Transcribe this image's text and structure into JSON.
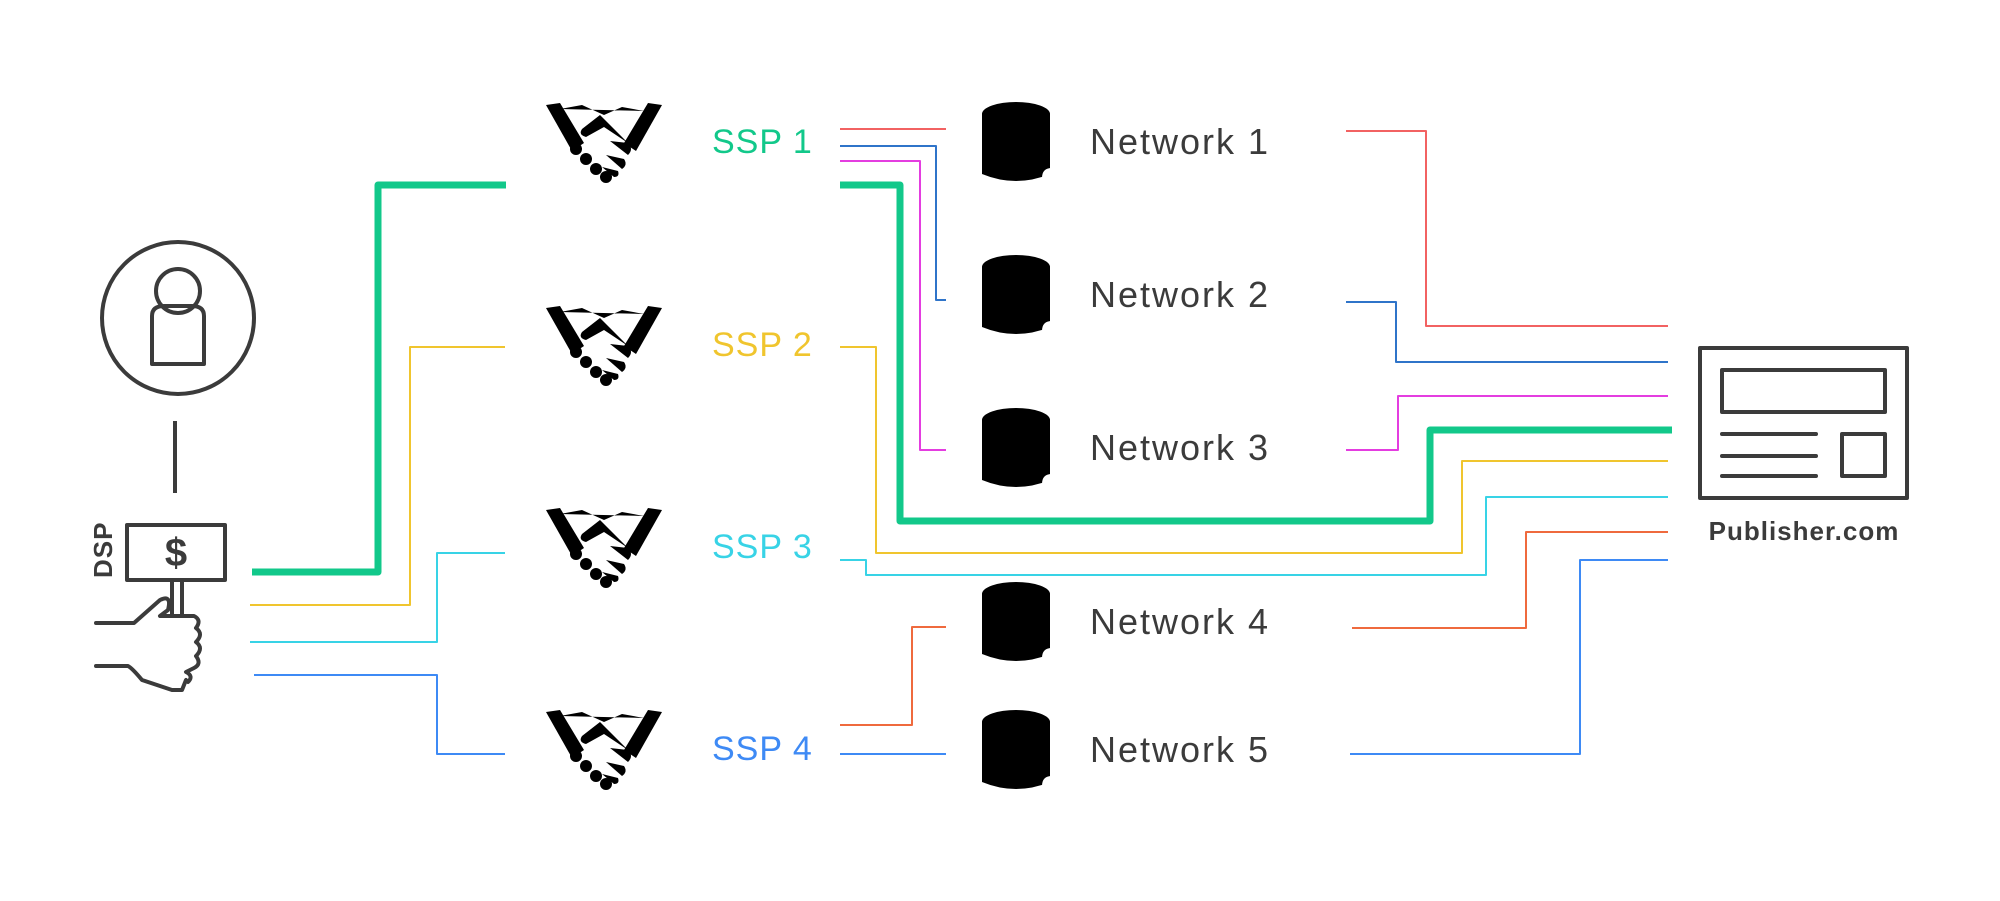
{
  "colors": {
    "ssp1": "#12c88a",
    "ssp2": "#f0c52e",
    "ssp3": "#38d3e6",
    "ssp4": "#3e8af5",
    "red": "#f26262",
    "blue": "#2f74c9",
    "magenta": "#e43de0",
    "orange": "#ef6a3e",
    "icon": "#3b3b3b"
  },
  "dsp": {
    "label": "DSP",
    "sign_symbol": "$",
    "icons": [
      "user-icon",
      "bid-paddle-icon",
      "hand-icon"
    ]
  },
  "ssps": [
    {
      "id": "ssp1",
      "label": "SSP 1",
      "icon": "handshake-icon",
      "color": "#12c88a"
    },
    {
      "id": "ssp2",
      "label": "SSP 2",
      "icon": "handshake-icon",
      "color": "#f0c52e"
    },
    {
      "id": "ssp3",
      "label": "SSP 3",
      "icon": "handshake-icon",
      "color": "#38d3e6"
    },
    {
      "id": "ssp4",
      "label": "SSP 4",
      "icon": "handshake-icon",
      "color": "#3e8af5"
    }
  ],
  "networks": [
    {
      "id": "network1",
      "label": "Network 1",
      "icon": "database-cloud-icon"
    },
    {
      "id": "network2",
      "label": "Network 2",
      "icon": "database-cloud-icon"
    },
    {
      "id": "network3",
      "label": "Network 3",
      "icon": "database-cloud-icon"
    },
    {
      "id": "network4",
      "label": "Network 4",
      "icon": "database-cloud-icon"
    },
    {
      "id": "network5",
      "label": "Network 5",
      "icon": "database-cloud-icon"
    }
  ],
  "publisher": {
    "label": "Publisher.com",
    "icon": "webpage-icon"
  }
}
